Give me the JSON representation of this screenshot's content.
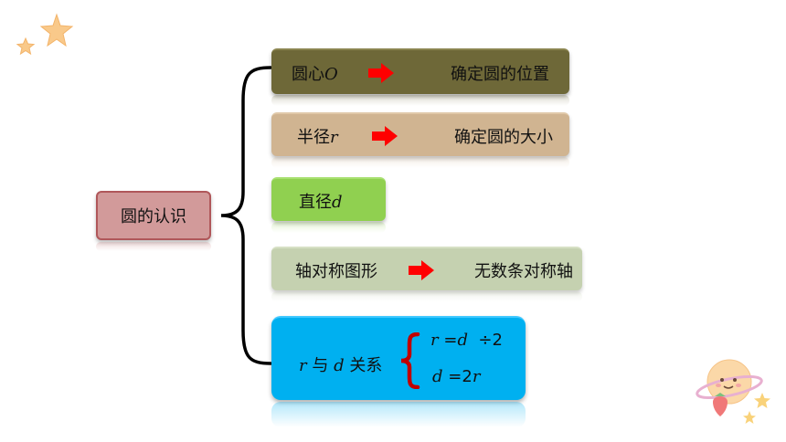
{
  "root": {
    "label": "圆的认识"
  },
  "items": [
    {
      "label": "圆心",
      "var": "O",
      "result": "确定圆的位置",
      "color": "#6e6838"
    },
    {
      "label": "半径",
      "var": "r",
      "result": "确定圆的大小",
      "color": "#d0b491"
    },
    {
      "label": "直径",
      "var": "d",
      "color": "#90d050"
    },
    {
      "label": "轴对称图形",
      "result": "无数条对称轴",
      "color": "#c5d1b0"
    }
  ],
  "relation": {
    "var_r": "r",
    "connector": "与",
    "var_d": "d",
    "suffix": "关系",
    "eq1_lhs": "r",
    "eq1_op": "=",
    "eq1_rhs": "d",
    "eq1_div": "÷2",
    "eq2_lhs": "d",
    "eq2_op": "=2",
    "eq2_rhs": "r",
    "color": "#00b0f0"
  },
  "colors": {
    "arrow": "#ff0000",
    "brace": "#c00000"
  },
  "icons": [
    "star-icon",
    "planet-icon"
  ]
}
